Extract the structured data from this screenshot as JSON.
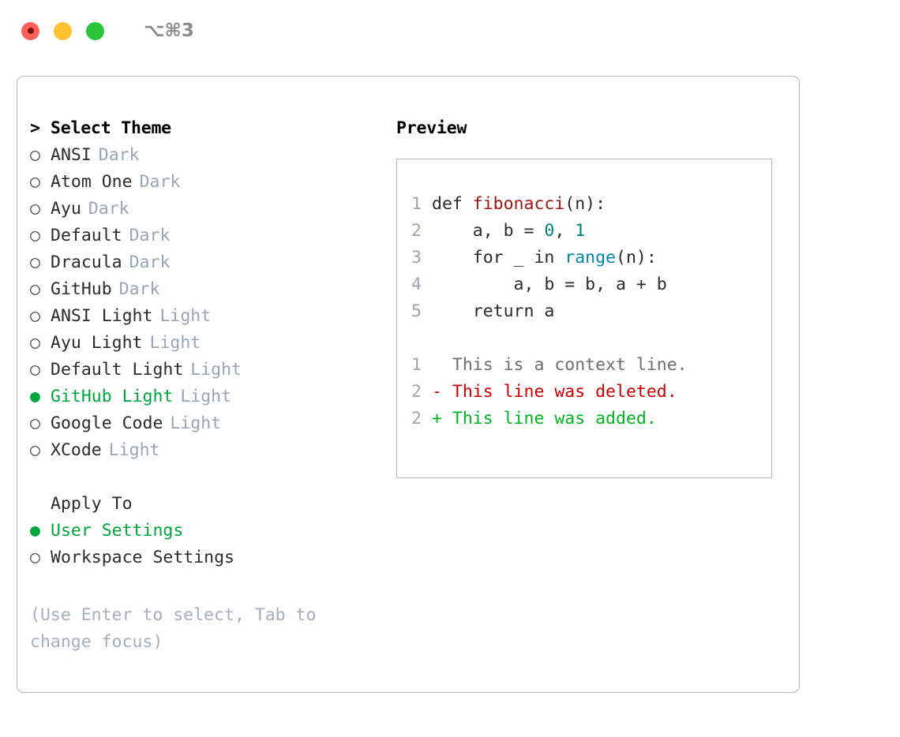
{
  "titlebar": {
    "shortcut": "⌥⌘3",
    "buttons": {
      "close": "close-window",
      "minimize": "minimize-window",
      "maximize": "maximize-window"
    }
  },
  "left": {
    "header_caret": ">",
    "header_label": "Select Theme",
    "themes": [
      {
        "marker": "○",
        "name": "ANSI",
        "badge": "Dark",
        "selected": false
      },
      {
        "marker": "○",
        "name": "Atom One",
        "badge": "Dark",
        "selected": false
      },
      {
        "marker": "○",
        "name": "Ayu",
        "badge": "Dark",
        "selected": false
      },
      {
        "marker": "○",
        "name": "Default",
        "badge": "Dark",
        "selected": false
      },
      {
        "marker": "○",
        "name": "Dracula",
        "badge": "Dark",
        "selected": false
      },
      {
        "marker": "○",
        "name": "GitHub",
        "badge": "Dark",
        "selected": false
      },
      {
        "marker": "○",
        "name": "ANSI Light",
        "badge": "Light",
        "selected": false
      },
      {
        "marker": "○",
        "name": "Ayu Light",
        "badge": "Light",
        "selected": false
      },
      {
        "marker": "○",
        "name": "Default Light",
        "badge": "Light",
        "selected": false
      },
      {
        "marker": "●",
        "name": "GitHub Light",
        "badge": "Light",
        "selected": true
      },
      {
        "marker": "○",
        "name": "Google Code",
        "badge": "Light",
        "selected": false
      },
      {
        "marker": "○",
        "name": "XCode",
        "badge": "Light",
        "selected": false
      }
    ],
    "apply_to_label": "Apply To",
    "apply_to_options": [
      {
        "marker": "●",
        "name": "User Settings",
        "selected": true
      },
      {
        "marker": "○",
        "name": "Workspace Settings",
        "selected": false
      }
    ],
    "hint_line1": "(Use Enter to select, Tab to",
    "hint_line2": "change focus)"
  },
  "right": {
    "preview_title": "Preview",
    "code_lines": [
      {
        "num": "1",
        "segments": [
          {
            "text": "def ",
            "tok": "plain"
          },
          {
            "text": "fibonacci",
            "tok": "fn"
          },
          {
            "text": "(n):",
            "tok": "plain"
          }
        ]
      },
      {
        "num": "2",
        "segments": [
          {
            "text": "    a, b = ",
            "tok": "plain"
          },
          {
            "text": "0",
            "tok": "num"
          },
          {
            "text": ", ",
            "tok": "plain"
          },
          {
            "text": "1",
            "tok": "num"
          }
        ]
      },
      {
        "num": "3",
        "segments": [
          {
            "text": "    for _ in ",
            "tok": "plain"
          },
          {
            "text": "range",
            "tok": "call"
          },
          {
            "text": "(n):",
            "tok": "plain"
          }
        ]
      },
      {
        "num": "4",
        "segments": [
          {
            "text": "        a, b = b, a + b",
            "tok": "plain"
          }
        ]
      },
      {
        "num": "5",
        "segments": [
          {
            "text": "    return a",
            "tok": "plain"
          }
        ]
      }
    ],
    "diff_lines": [
      {
        "num": "1",
        "sign": "  ",
        "text": "This is a context line.",
        "kind": "ctx"
      },
      {
        "num": "2",
        "sign": "- ",
        "text": "This line was deleted.",
        "kind": "del"
      },
      {
        "num": "2",
        "sign": "+ ",
        "text": "This line was added.",
        "kind": "add"
      }
    ]
  },
  "colors": {
    "accent_green": "#00a63c",
    "badge_gray": "#9aa5b4",
    "border": "#aeb6c2",
    "diff_add": "#00b520",
    "diff_del": "#cc0000",
    "token_function": "#a31515",
    "token_number": "#008080",
    "token_call": "#0086b3"
  }
}
